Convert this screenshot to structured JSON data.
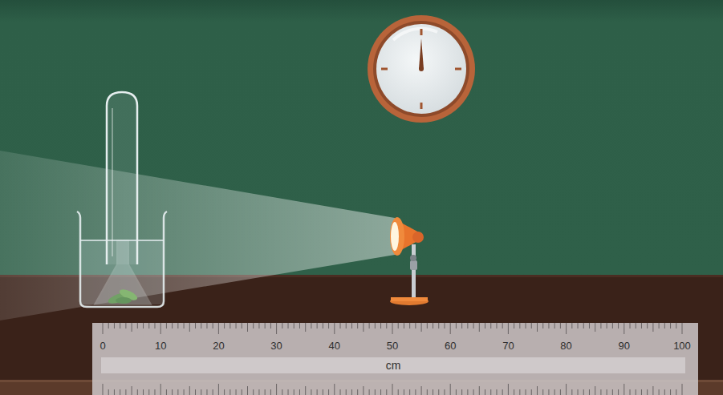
{
  "diagram": {
    "labels": [
      "0",
      "10",
      "20",
      "30",
      "40",
      "50",
      "60",
      "70",
      "80",
      "90",
      "100",
      "cm"
    ]
  }
}
